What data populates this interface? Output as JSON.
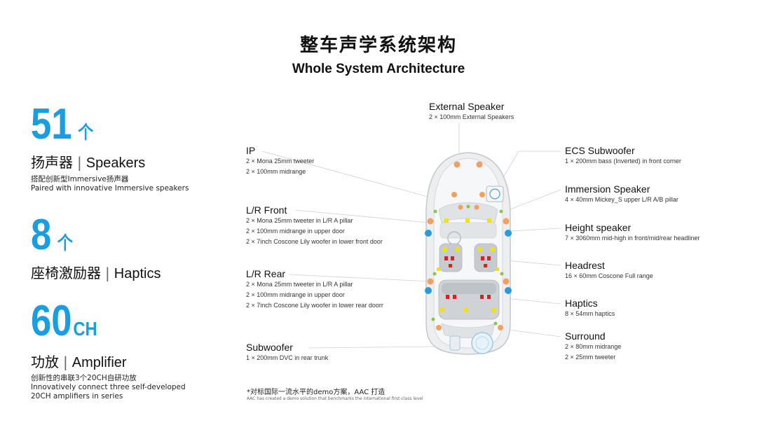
{
  "title_cn": "整车声学系统架构",
  "title_en": "Whole System Architecture",
  "stats": [
    {
      "number": "51",
      "unit": "个",
      "label_cn": "扬声器",
      "label_en": "Speakers",
      "desc": [
        "搭配创新型Immersive扬声器",
        "Paired with innovative Immersive speakers"
      ]
    },
    {
      "number": "8",
      "unit": "个",
      "label_cn": "座椅激励器",
      "label_en": "Haptics",
      "desc": []
    },
    {
      "number": "60",
      "unit": "CH",
      "label_cn": "功放",
      "label_en": "Amplifier",
      "desc": [
        "创新性的串联3个20CH自研功放",
        "Innovatively connect three self-developed",
        "20CH amplifiers in series"
      ]
    }
  ],
  "left_labels": [
    {
      "name": "IP",
      "specs": [
        "2 × Mona 25mm tweeter",
        "2 × 100mm midrange"
      ]
    },
    {
      "name": "L/R Front",
      "specs": [
        "2 × Mona 25mm tweeter in L/R A pillar",
        "2 × 100mm midrange in upper door",
        "2 × 7inch Coscone Lily woofer in lower front door"
      ]
    },
    {
      "name": "L/R Rear",
      "specs": [
        "2 × Mona 25mm tweeter in L/R A pillar",
        "2 × 100mm midrange in upper door",
        "2 × 7inch Coscone Lily woofer in lower rear doorr"
      ]
    },
    {
      "name": "Subwoofer",
      "specs": [
        "1 × 200mm DVC in rear trunk"
      ]
    }
  ],
  "top_label": {
    "name": "External Speaker",
    "specs": [
      "2 × 100mm External Speakers"
    ]
  },
  "right_labels": [
    {
      "name": "ECS Subwoofer",
      "specs": [
        "1 × 200mm bass (Inverted) in front corner"
      ]
    },
    {
      "name": "Immersion Speaker",
      "specs": [
        "4 × 40mm Mickey_S upper L/R A/B pillar"
      ]
    },
    {
      "name": "Height speaker",
      "specs": [
        "7 × 3060mm mid-high in front/mid/rear headliner"
      ]
    },
    {
      "name": "Headrest",
      "specs": [
        "16 × 60mm Coscone Full range"
      ]
    },
    {
      "name": "Haptics",
      "specs": [
        "8 × 54mm haptics"
      ]
    },
    {
      "name": "Surround",
      "specs": [
        "2 × 80mm midrange",
        "2 × 25mm tweeter"
      ]
    }
  ],
  "note_cn": "*对标国际一流水平的demo方案，AAC 打造",
  "note_en": "AAC has created a demo solution that benchmarks the international first-class level",
  "colors": {
    "accent": "#1a9ee0",
    "orange": "#f0a060",
    "yellow": "#f2e200",
    "red": "#e02020",
    "green": "#8cc640",
    "blue": "#2a9ad8"
  }
}
